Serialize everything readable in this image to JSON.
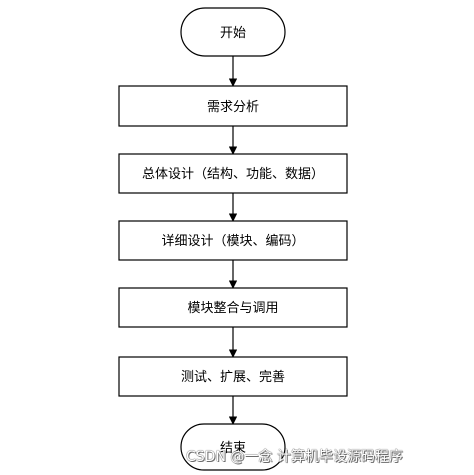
{
  "flowchart": {
    "nodes": [
      {
        "id": "start",
        "shape": "terminal",
        "label": "开始"
      },
      {
        "id": "analysis",
        "shape": "process",
        "label": "需求分析"
      },
      {
        "id": "overall-design",
        "shape": "process",
        "label": "总体设计（结构、功能、数据）"
      },
      {
        "id": "detail-design",
        "shape": "process",
        "label": "详细设计（模块、编码）"
      },
      {
        "id": "integration",
        "shape": "process",
        "label": "模块整合与调用"
      },
      {
        "id": "testing",
        "shape": "process",
        "label": "测试、扩展、完善"
      },
      {
        "id": "end",
        "shape": "terminal",
        "label": "结束"
      }
    ],
    "edges": [
      {
        "from": "start",
        "to": "analysis"
      },
      {
        "from": "analysis",
        "to": "overall-design"
      },
      {
        "from": "overall-design",
        "to": "detail-design"
      },
      {
        "from": "detail-design",
        "to": "integration"
      },
      {
        "from": "integration",
        "to": "testing"
      },
      {
        "from": "testing",
        "to": "end"
      }
    ]
  },
  "watermark": "CSDN @一念 计算机毕设源码程序"
}
